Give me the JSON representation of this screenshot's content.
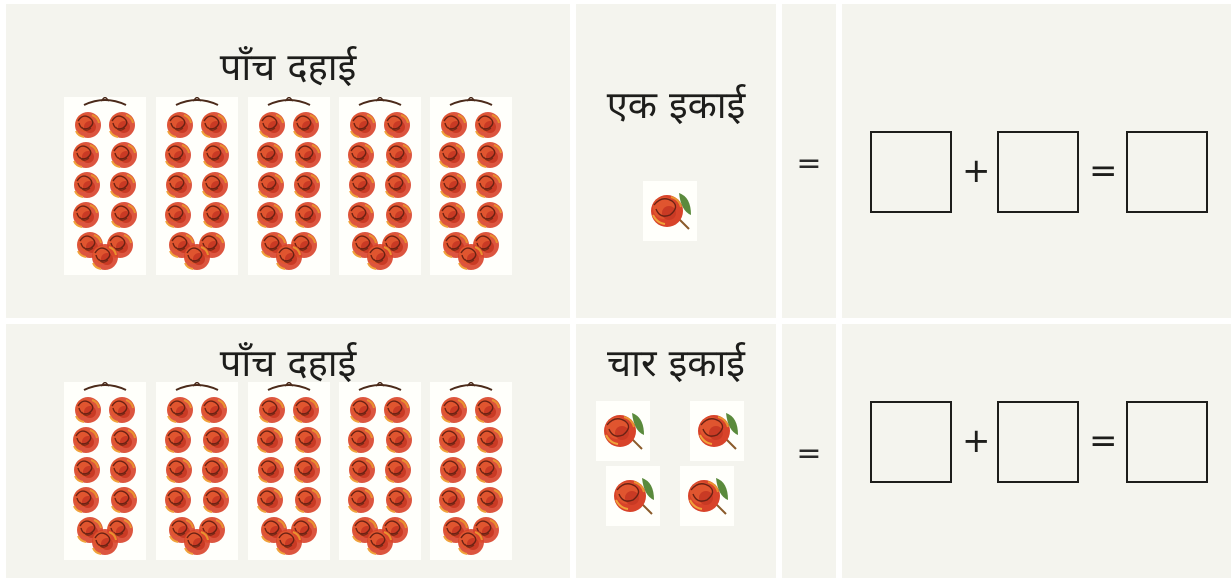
{
  "rows": [
    {
      "tens_label": "पाँच दहाई",
      "tens_count": 5,
      "ones_label": "एक इकाई",
      "ones_count": 1,
      "equals": "=",
      "expression": {
        "plus": "+",
        "equals": "="
      }
    },
    {
      "tens_label": "पाँच दहाई",
      "tens_count": 5,
      "ones_label": "चार इकाई",
      "ones_count": 4,
      "equals": "=",
      "expression": {
        "plus": "+",
        "equals": "="
      }
    }
  ],
  "colors": {
    "cell_bg": "#f4f4ee",
    "rose_red": "#d8432a",
    "rose_orange": "#e9912f",
    "leaf_green": "#5a8a3c",
    "ink": "#1d1d1b"
  },
  "icons": {
    "garland": "rose-garland-icon",
    "flower": "rose-flower-icon"
  }
}
